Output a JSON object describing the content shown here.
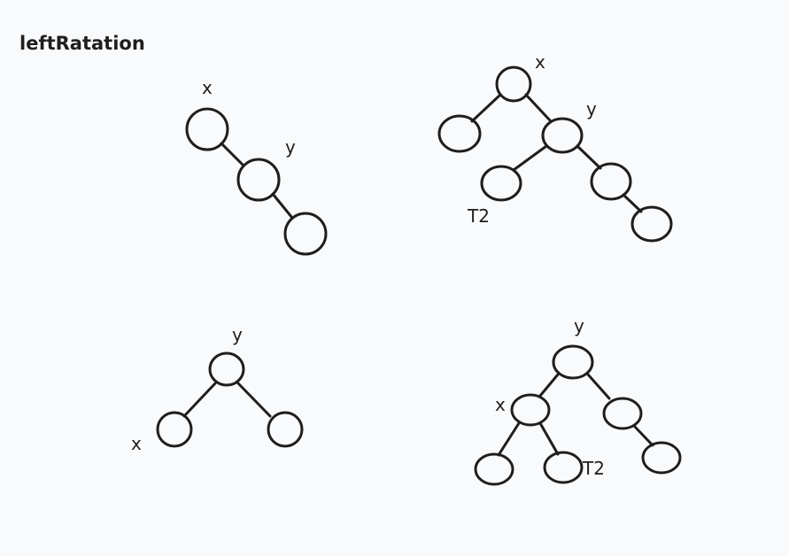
{
  "title": "leftRatation",
  "diagrams": {
    "d1": {
      "x_label": "x",
      "y_label": "y"
    },
    "d2": {
      "x_label": "x",
      "y_label": "y",
      "t2_label": "T2"
    },
    "d3": {
      "y_label": "y",
      "x_label": "x"
    },
    "d4": {
      "y_label": "y",
      "x_label": "x",
      "t2_label": "T2"
    }
  },
  "colors": {
    "stroke": "#1e1e1e",
    "background": "#f9fafc"
  }
}
